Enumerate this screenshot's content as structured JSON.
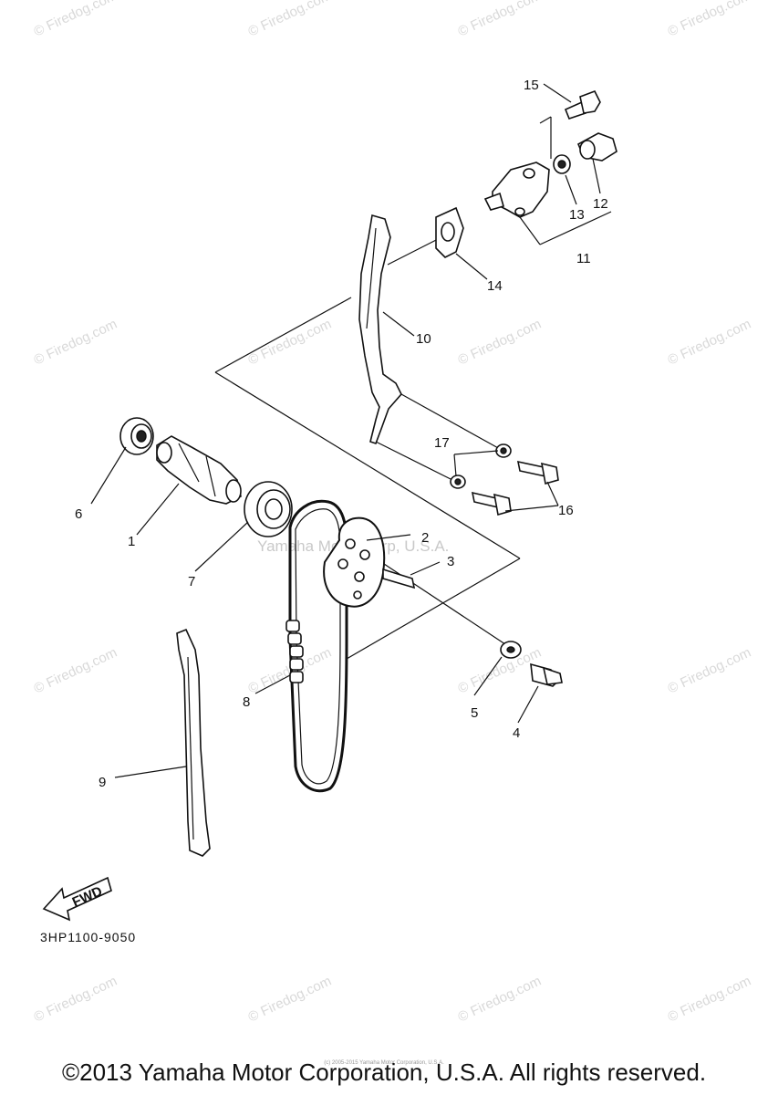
{
  "watermark": {
    "text": "© Firedog.com",
    "center_text": "Yamaha Motor Corp, U.S.A."
  },
  "callouts": {
    "c1": "1",
    "c2": "2",
    "c3": "3",
    "c4": "4",
    "c5": "5",
    "c6": "6",
    "c7": "7",
    "c8": "8",
    "c9": "9",
    "c10": "10",
    "c11": "11",
    "c12": "12",
    "c13": "13",
    "c14": "14",
    "c15": "15",
    "c16": "16",
    "c17": "17"
  },
  "fwd_label": "FWD",
  "diagram_code": "3HP1100-9050",
  "tiny_notice": "(c) 2005-2015 Yamaha Motor Corporation, U.S.A.",
  "copyright": "©2013 Yamaha Motor Corporation, U.S.A. All rights reserved."
}
